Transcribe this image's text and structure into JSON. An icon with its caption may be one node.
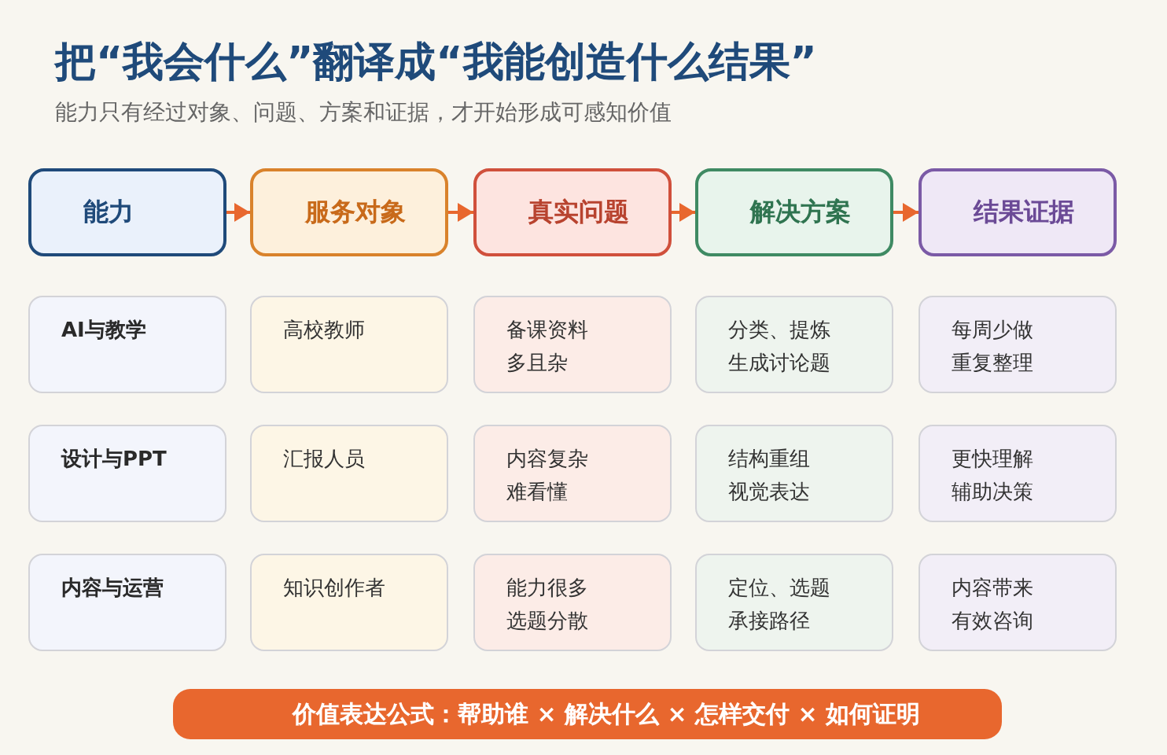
{
  "diagram": {
    "title": "把“我会什么”翻译成“我能创造什么结果”",
    "nodes": [
      {
        "text": [
          "能力"
        ]
      },
      {
        "text": [
          "服务对象"
        ]
      },
      {
        "text": [
          "真实问题"
        ]
      },
      {
        "text": [
          "解决方案"
        ]
      },
      {
        "text": [
          "结果证据"
        ]
      },
      {
        "text": [
          "AI与教学"
        ]
      },
      {
        "text": [
          "高校教师"
        ]
      },
      {
        "text": [
          "备课资料",
          "多且杂"
        ]
      },
      {
        "text": [
          "分类、提炼",
          "生成讨论题"
        ]
      },
      {
        "text": [
          "每周少做",
          "重复整理"
        ]
      },
      {
        "text": [
          "设计与PPT"
        ]
      },
      {
        "text": [
          "汇报人员"
        ]
      },
      {
        "text": [
          "内容复杂",
          "难看懂"
        ]
      },
      {
        "text": [
          "结构重组",
          "视觉表达"
        ]
      },
      {
        "text": [
          "更快理解",
          "辅助决策"
        ]
      },
      {
        "text": [
          "内容与运营"
        ]
      },
      {
        "text": [
          "知识创作者"
        ]
      },
      {
        "text": [
          "能力很多",
          "选题分散"
        ]
      },
      {
        "text": [
          "定位、选题",
          "承接路径"
        ]
      },
      {
        "text": [
          "内容带来",
          "有效咨询"
        ]
      },
      {
        "text": [
          "价值表达公式：帮助谁 × 解决什么 × 怎样交付 × 如何证明"
        ]
      }
    ],
    "edges": [
      {
        "from": 0,
        "to": 1,
        "arrow": "to"
      },
      {
        "from": 1,
        "to": 2,
        "arrow": "to"
      },
      {
        "from": 2,
        "to": 3,
        "arrow": "to"
      },
      {
        "from": 3,
        "to": 4,
        "arrow": "to"
      }
    ],
    "labels": [
      "能力只有经过对象、问题、方案和证据，才开始形成可感知价值"
    ]
  }
}
